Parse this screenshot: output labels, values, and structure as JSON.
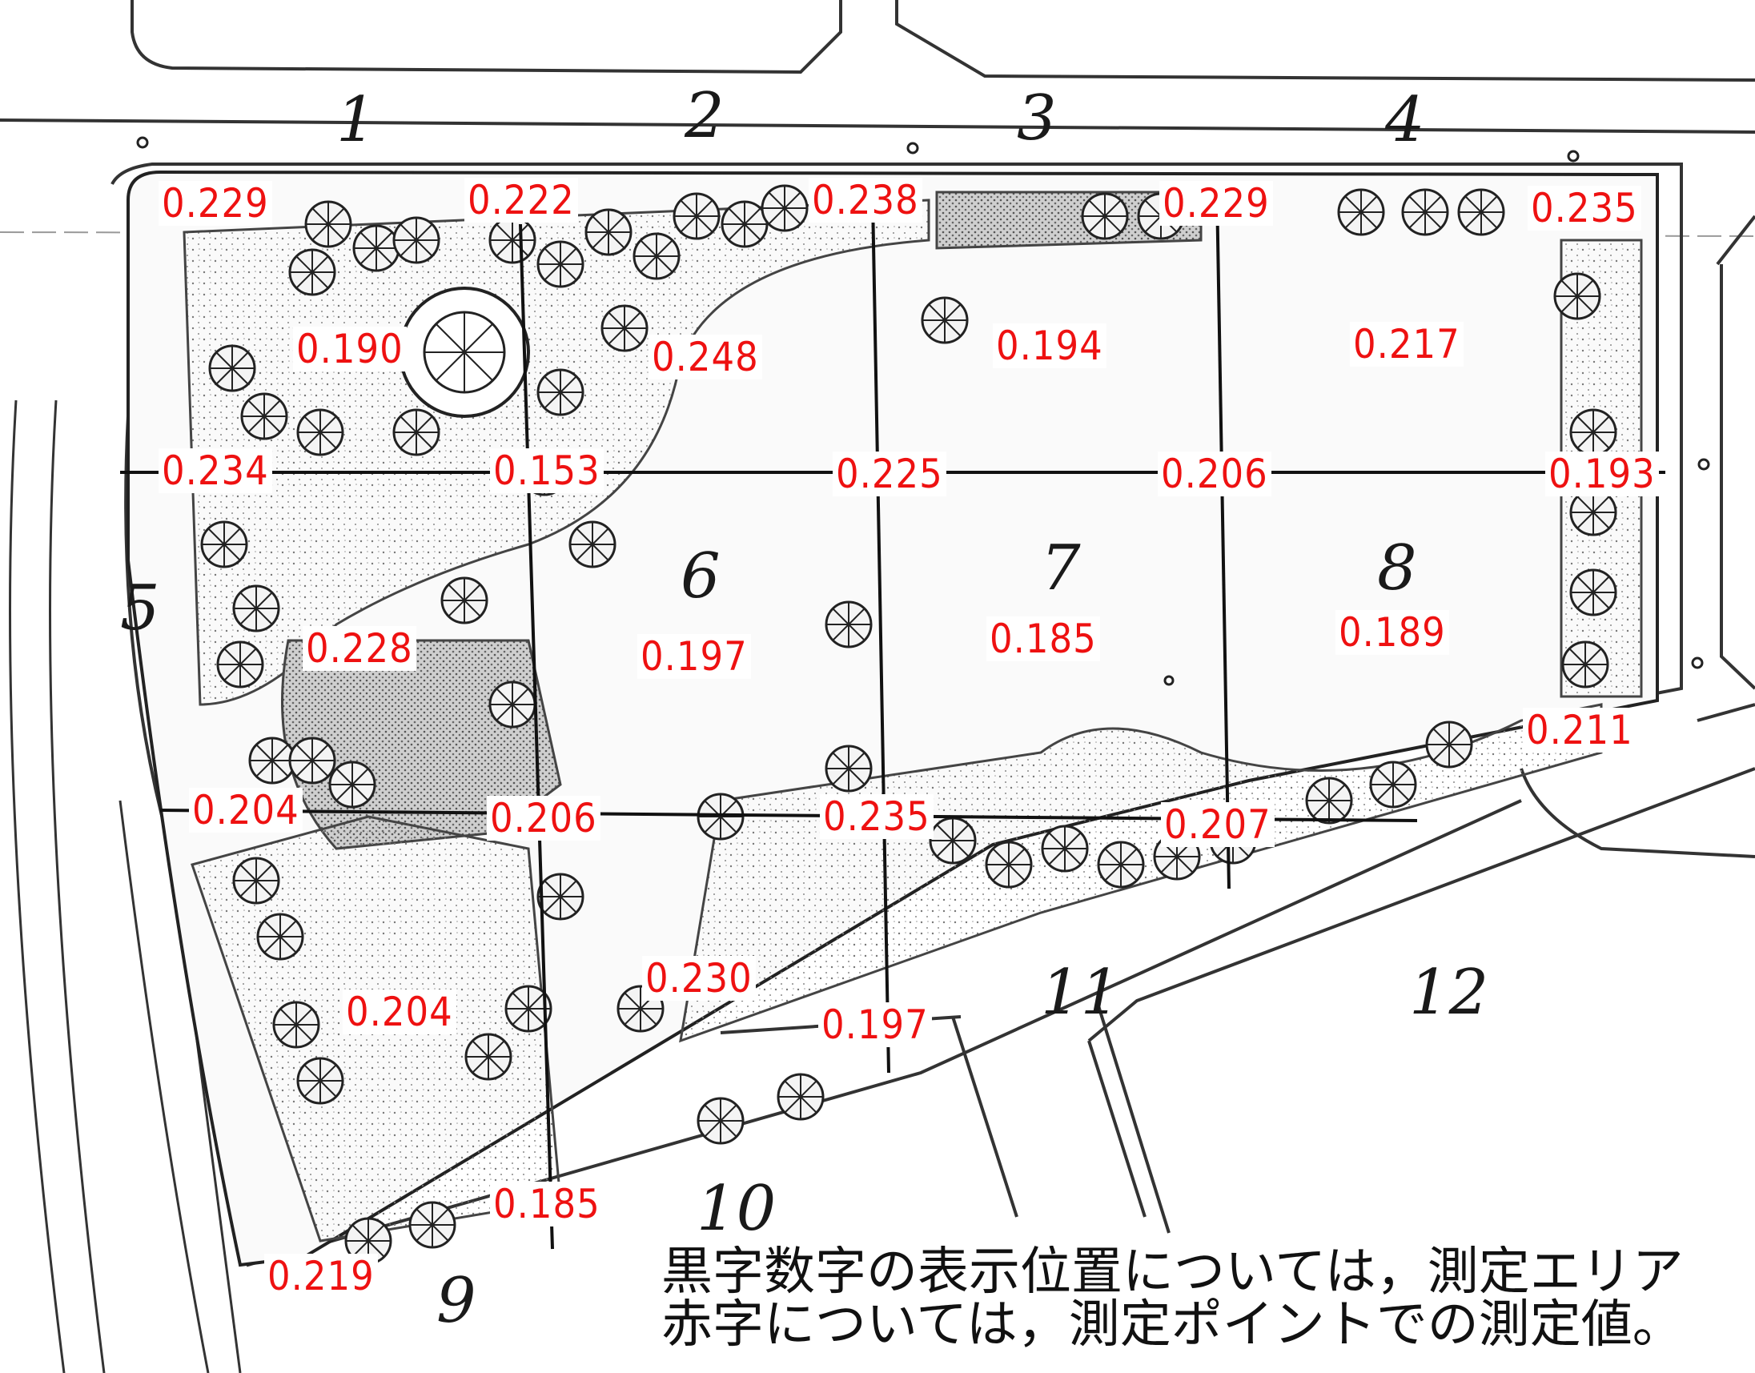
{
  "colors": {
    "measurement_text": "#ee1111",
    "linework": "#222222",
    "background": "#ffffff"
  },
  "area_numbers": [
    "1",
    "2",
    "3",
    "4",
    "5",
    "6",
    "7",
    "8",
    "9",
    "10",
    "11",
    "12"
  ],
  "measurements": [
    "0.229",
    "0.222",
    "0.238",
    "0.229",
    "0.235",
    "0.190",
    "0.248",
    "0.194",
    "0.217",
    "0.234",
    "0.153",
    "0.225",
    "0.206",
    "0.193",
    "0.228",
    "0.197",
    "0.185",
    "0.189",
    "0.211",
    "0.204",
    "0.206",
    "0.235",
    "0.207",
    "0.230",
    "0.204",
    "0.197",
    "0.185",
    "0.219"
  ],
  "note": {
    "line1": "黒字数字の表示位置については，測定エリア",
    "line2": "赤字については，測定ポイントでの測定値。"
  }
}
